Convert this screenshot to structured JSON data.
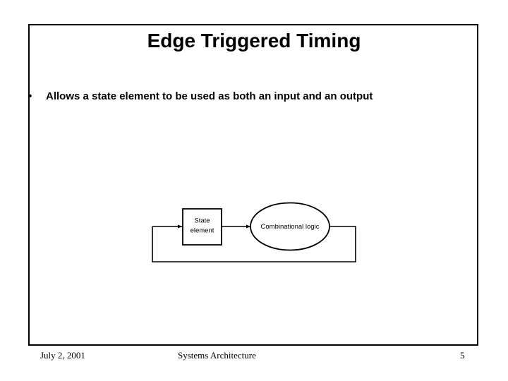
{
  "slide": {
    "title": "Edge Triggered Timing",
    "bullets": [
      {
        "marker": "•",
        "text": "Allows a state element to be used as both an input and an output"
      }
    ],
    "diagram": {
      "state_element_line1": "State",
      "state_element_line2": "element",
      "combinational_logic": "Combinational logic"
    },
    "footer": {
      "date": "July 2, 2001",
      "center": "Systems Architecture",
      "page": "5"
    }
  },
  "colors": {
    "text": "#000000",
    "background": "#ffffff",
    "border": "#000000"
  }
}
